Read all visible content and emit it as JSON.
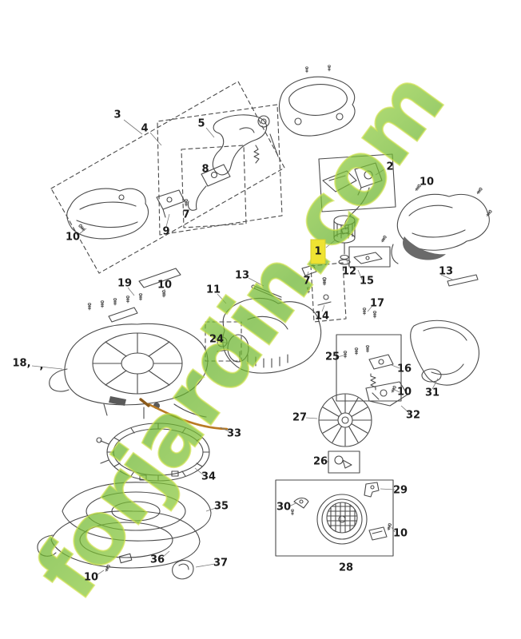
{
  "watermark": {
    "text": "forjardin.com",
    "fill_color": "#6ab42d",
    "outline_color": "#cfe24e"
  },
  "diagram": {
    "type": "exploded-parts-diagram",
    "line_color": "#4a4a4a",
    "highlight_color": "#efe332",
    "highlighted_part": "1",
    "labels": [
      {
        "text": "3"
      },
      {
        "text": "4"
      },
      {
        "text": "5"
      },
      {
        "text": "8"
      },
      {
        "text": "7"
      },
      {
        "text": "9"
      },
      {
        "text": "10"
      },
      {
        "text": "2"
      },
      {
        "text": "10"
      },
      {
        "text": "1"
      },
      {
        "text": "12"
      },
      {
        "text": "15"
      },
      {
        "text": "13"
      },
      {
        "text": "7"
      },
      {
        "text": "13"
      },
      {
        "text": "14"
      },
      {
        "text": "17"
      },
      {
        "text": "19"
      },
      {
        "text": "10"
      },
      {
        "text": "11"
      },
      {
        "text": "24"
      },
      {
        "text": "25"
      },
      {
        "text": "16"
      },
      {
        "text": "10"
      },
      {
        "text": "18,"
      },
      {
        "text": ","
      },
      {
        "text": "31"
      },
      {
        "text": "32"
      },
      {
        "text": "27"
      },
      {
        "text": "33"
      },
      {
        "text": "26"
      },
      {
        "text": "34"
      },
      {
        "text": "29"
      },
      {
        "text": "30"
      },
      {
        "text": "35"
      },
      {
        "text": "10"
      },
      {
        "text": "36"
      },
      {
        "text": "37"
      },
      {
        "text": "28"
      },
      {
        "text": "10"
      }
    ]
  }
}
